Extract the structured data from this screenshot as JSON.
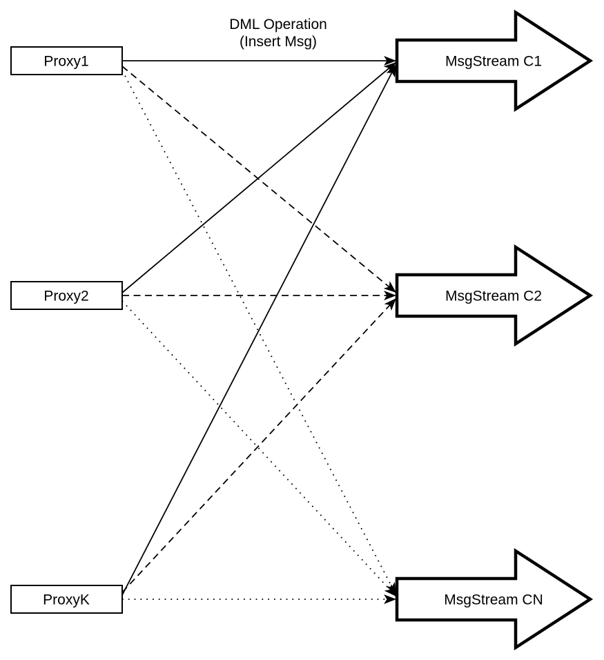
{
  "title": {
    "line1": "DML Operation",
    "line2": "(Insert Msg)"
  },
  "proxies": [
    {
      "label": "Proxy1"
    },
    {
      "label": "Proxy2"
    },
    {
      "label": "ProxyK"
    }
  ],
  "streams": [
    {
      "label": "MsgStream C1"
    },
    {
      "label": "MsgStream C2"
    },
    {
      "label": "MsgStream CN"
    }
  ],
  "edges": [
    {
      "from": "Proxy1",
      "to": "MsgStream C1",
      "style": "solid"
    },
    {
      "from": "Proxy2",
      "to": "MsgStream C1",
      "style": "solid"
    },
    {
      "from": "ProxyK",
      "to": "MsgStream C1",
      "style": "solid"
    },
    {
      "from": "Proxy1",
      "to": "MsgStream C2",
      "style": "dashed"
    },
    {
      "from": "Proxy2",
      "to": "MsgStream C2",
      "style": "dashed"
    },
    {
      "from": "ProxyK",
      "to": "MsgStream C2",
      "style": "dashed"
    },
    {
      "from": "Proxy1",
      "to": "MsgStream CN",
      "style": "dotted"
    },
    {
      "from": "Proxy2",
      "to": "MsgStream CN",
      "style": "dotted"
    },
    {
      "from": "ProxyK",
      "to": "MsgStream CN",
      "style": "dotted"
    }
  ],
  "colors": {
    "line": "#000000",
    "shape_fill": "#ffffff",
    "background": "#ffffff"
  }
}
